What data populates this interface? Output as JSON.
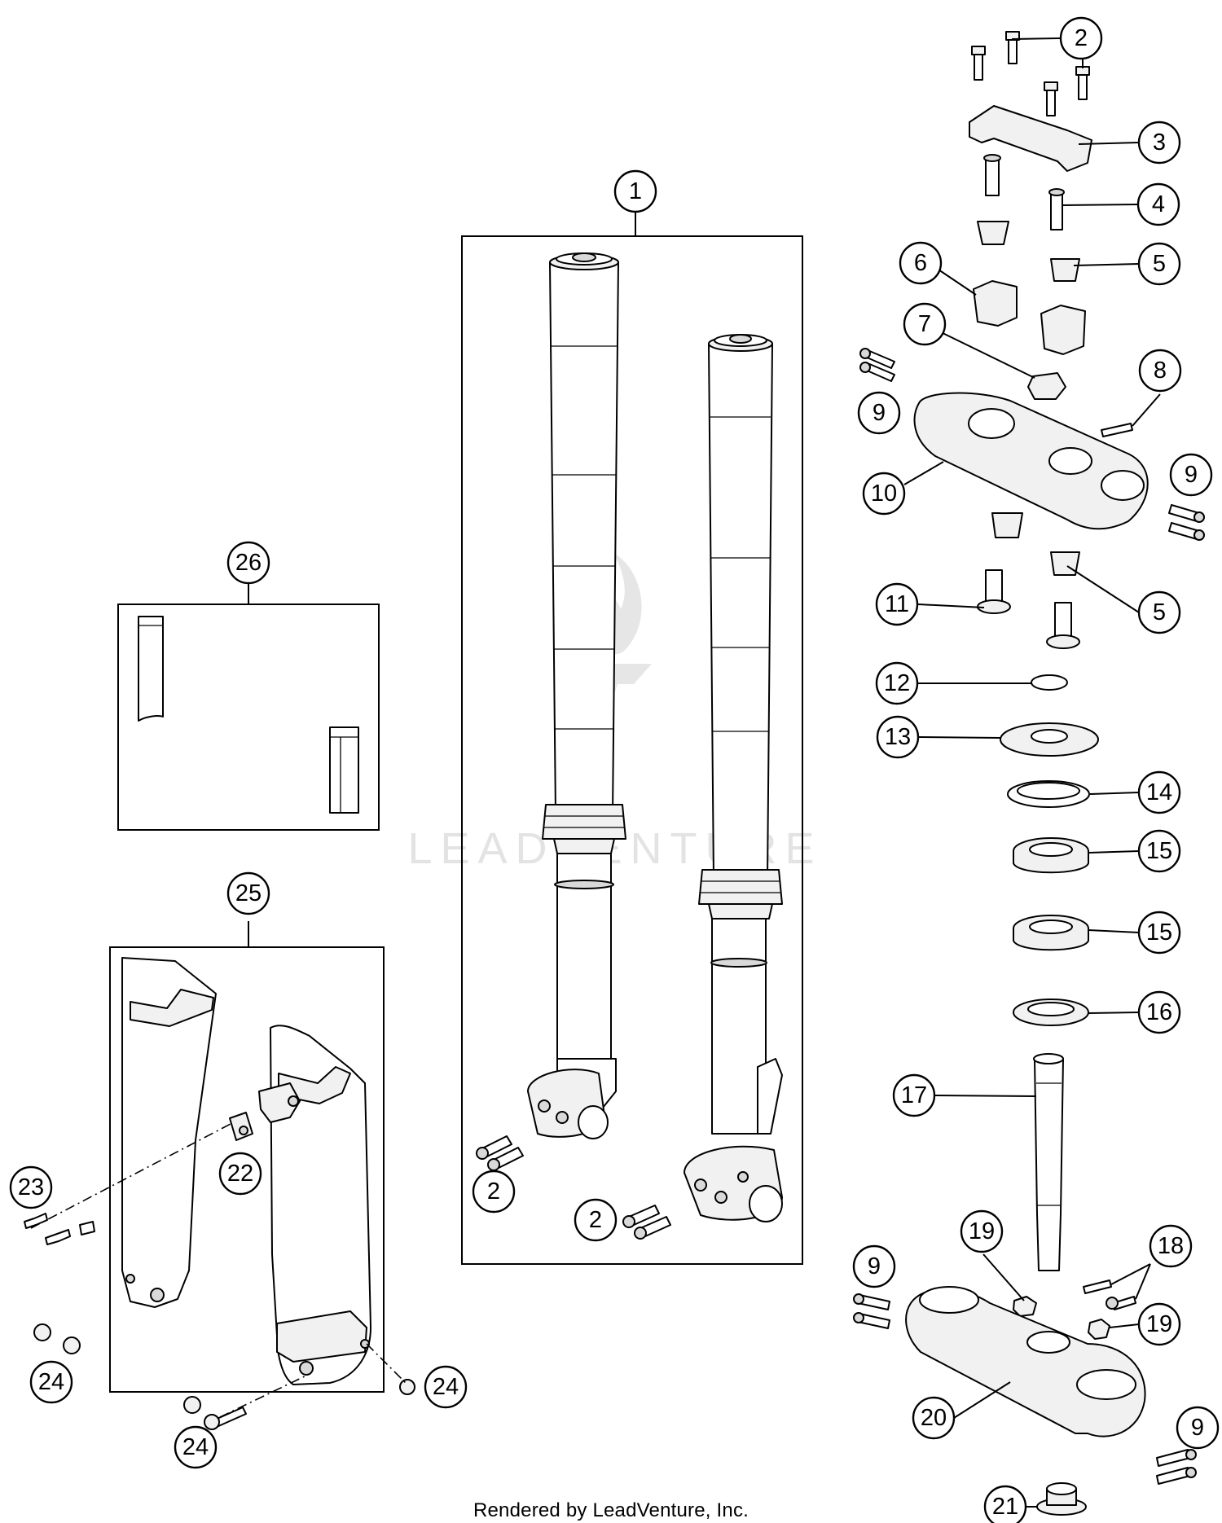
{
  "watermark": "LEADVENTURE",
  "footer": "Rendered by LeadVenture, Inc.",
  "callouts": [
    "1",
    "2",
    "2",
    "2",
    "3",
    "4",
    "5",
    "5",
    "6",
    "7",
    "8",
    "9",
    "9",
    "9",
    "9",
    "10",
    "11",
    "12",
    "13",
    "14",
    "15",
    "15",
    "16",
    "17",
    "18",
    "19",
    "19",
    "20",
    "21",
    "22",
    "23",
    "24",
    "24",
    "24",
    "25",
    "26"
  ]
}
